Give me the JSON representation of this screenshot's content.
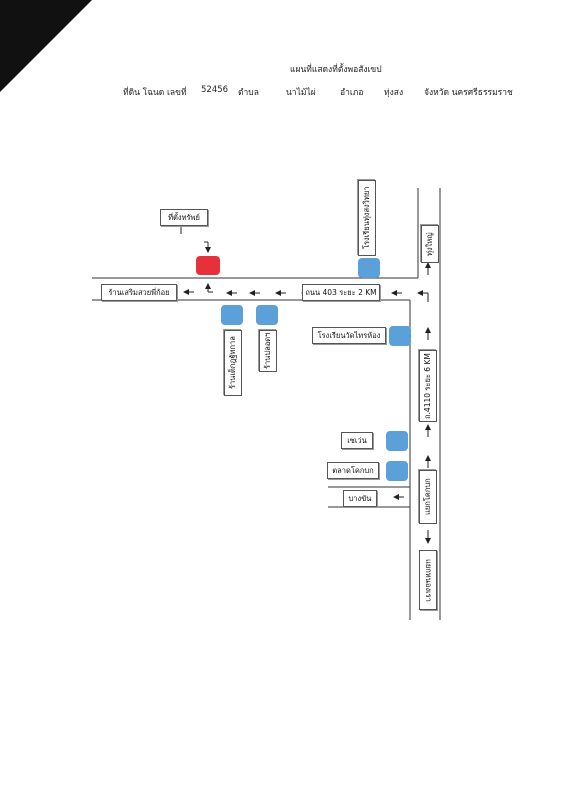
{
  "header": {
    "title": "แผนที่แสดงที่ตั้งพอสังเขป",
    "land_prefix": "ที่ดิน โฉนด เลขที่",
    "deed_number": "52456",
    "subdistrict_label": "ตำบล",
    "subdistrict": "นาไม้ไผ่",
    "district_label": "อำเภอ",
    "district": "ทุ่งสง",
    "province": "จังหวัด นครศรีธรรมราช"
  },
  "property": {
    "label": "ที่ตั้งทรัพย์",
    "color": "#e8303c"
  },
  "roads": {
    "road_403": "ถนน 403 ระยะ 2 KM",
    "road_4110": "ถ.4110 ระยะ 6 KM"
  },
  "places": {
    "school_top": "โรงเรียนทุ่งสงวิทยา",
    "direction_top": "ทุ่งใหญ่",
    "school_mid": "โรงเรียนวัดไทรห้อง",
    "shop_left": "ร้านเสริมสวยพี่ก้อย",
    "shop_car": "ร้านเต็กฎฐัทกาล",
    "shop_ice": "ร้านปลอดฯ",
    "seven": "เซเว่น",
    "market": "ตลาดโคกบก",
    "bang_khan": "บางขัน",
    "junction": "แยกโคกบก",
    "direction_bottom": "แยกหนองเรา",
    "marker_color": "#5ba0d8"
  }
}
